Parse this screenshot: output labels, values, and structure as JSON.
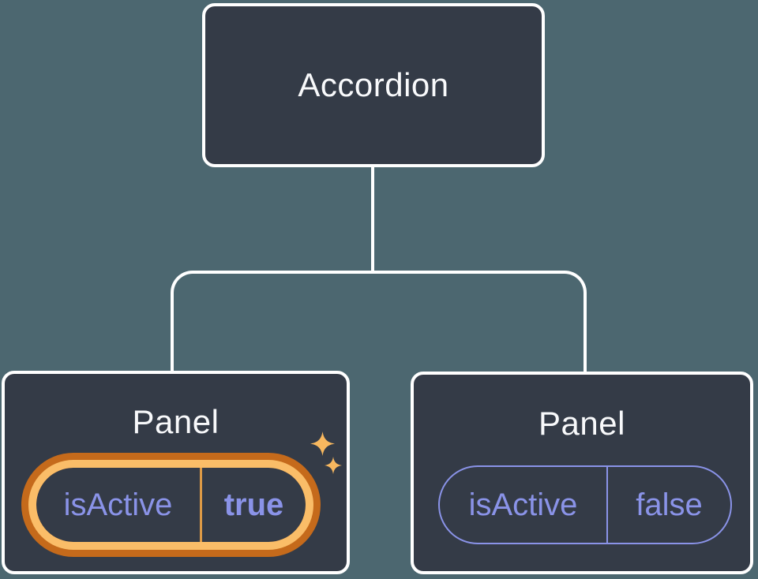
{
  "diagram": {
    "description": "Component tree: Accordion parent with two Panel children sharing isActive state",
    "root": {
      "label": "Accordion"
    },
    "children": [
      {
        "label": "Panel",
        "prop": {
          "name": "isActive",
          "value": "true"
        },
        "highlighted": true,
        "sparkles": true
      },
      {
        "label": "Panel",
        "prop": {
          "name": "isActive",
          "value": "false"
        },
        "highlighted": false,
        "sparkles": false
      }
    ]
  },
  "colors": {
    "background": "#4C6770",
    "node_fill": "#343B47",
    "node_border": "#FFFFFF",
    "connector_line": "#FFFFFF",
    "title_text": "#F8F9FB",
    "prop_text": "#8A93E8",
    "pill_border": "#8A93E8",
    "highlight_outer_ring": "#C56A1B",
    "highlight_inner_ring": "#FABD68",
    "highlight_divider": "#DD9A46",
    "sparkle": "#F8B85F"
  }
}
